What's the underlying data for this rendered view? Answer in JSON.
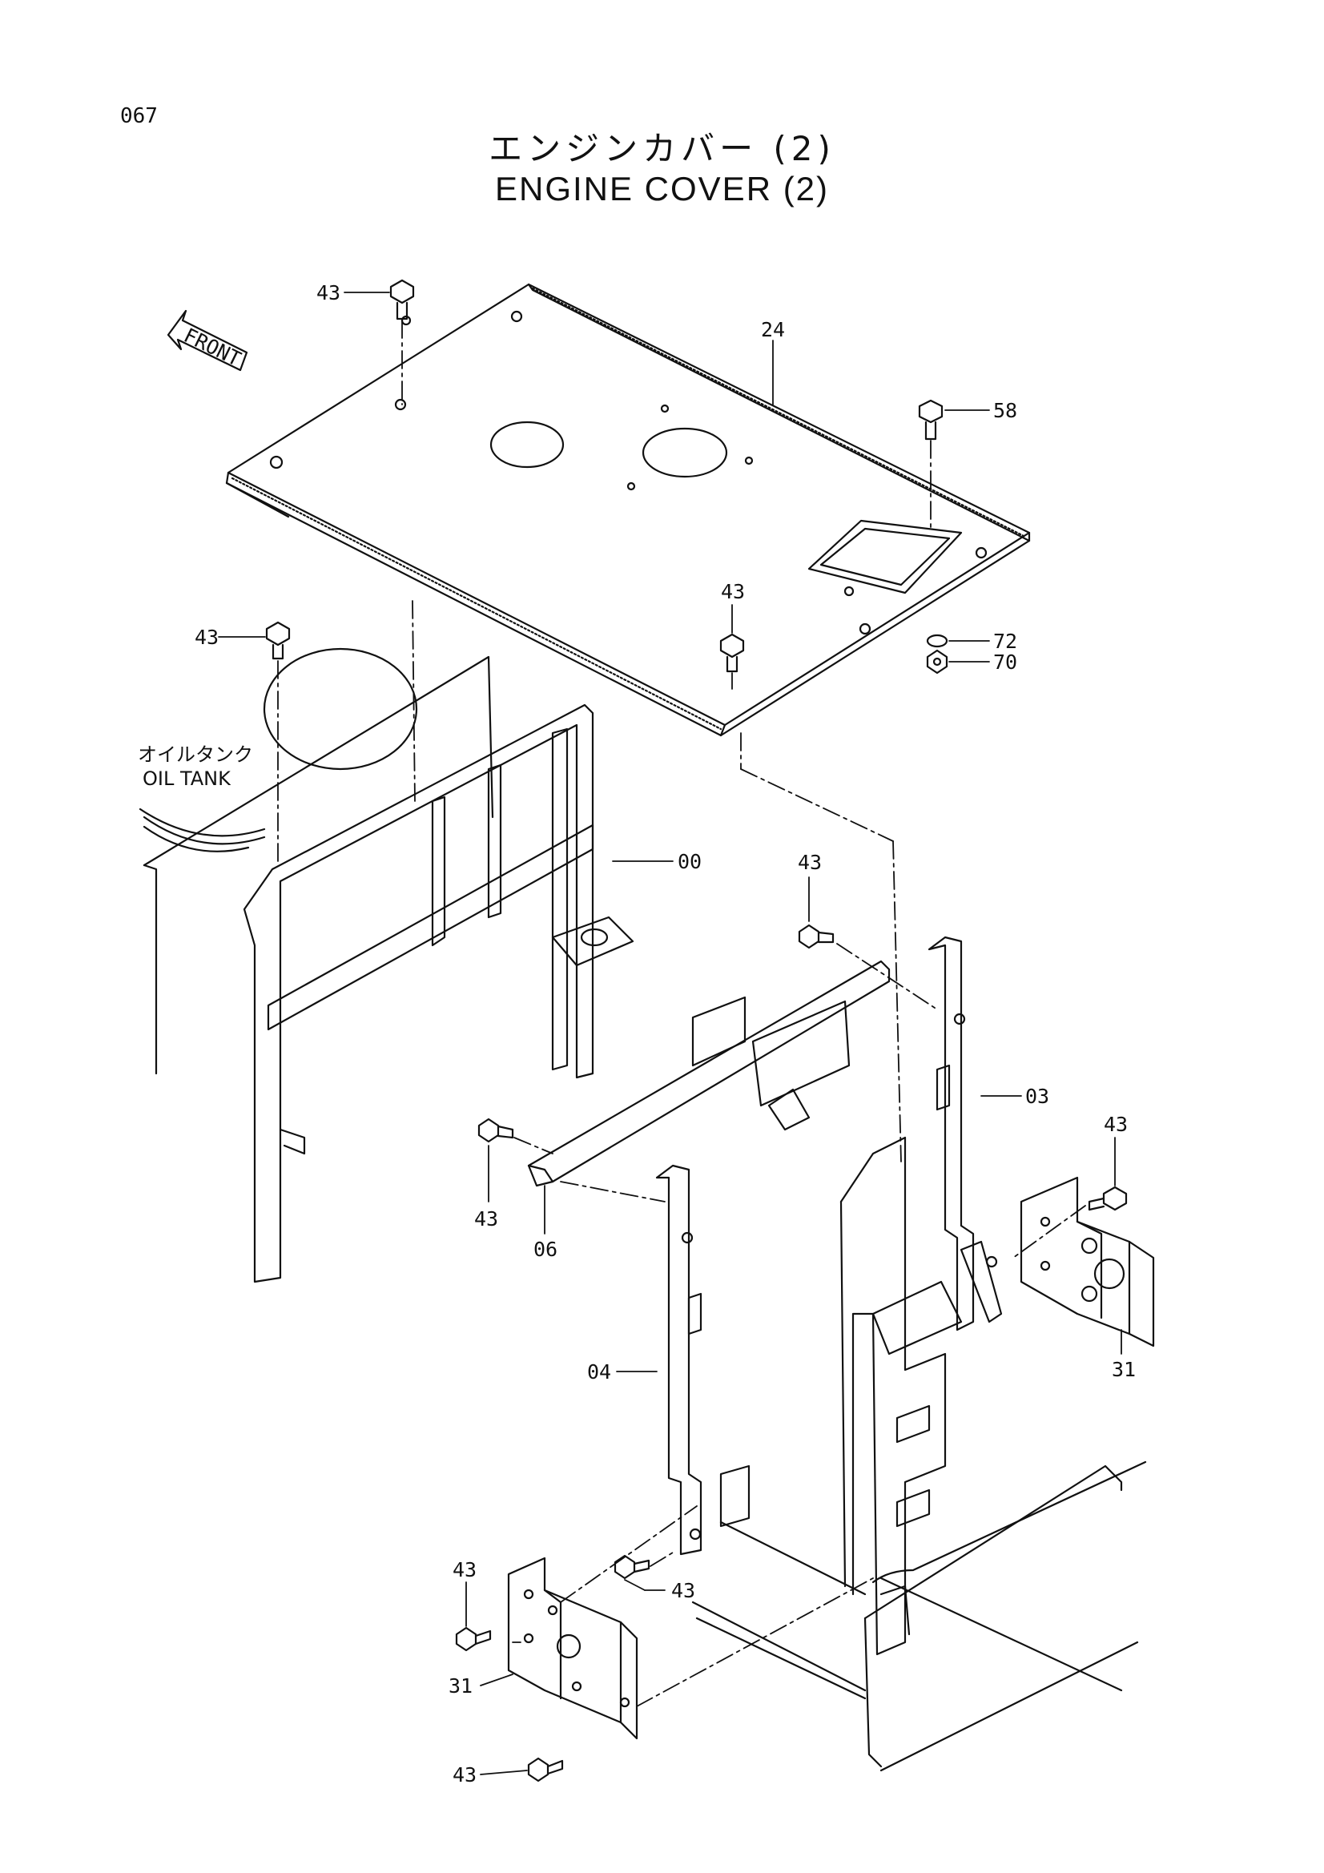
{
  "page_number": "067",
  "title_jp": "エンジンカバー (2)",
  "title_en": "ENGINE COVER (2)",
  "front_label": "FRONT",
  "oil_tank_jp": "オイルタンク",
  "oil_tank_en": "OIL TANK",
  "callouts": {
    "c43_a": "43",
    "c24": "24",
    "c58": "58",
    "c43_b": "43",
    "c43_c": "43",
    "c72": "72",
    "c70": "70",
    "c00": "00",
    "c43_d": "43",
    "c03": "03",
    "c43_e": "43",
    "c43_f": "43",
    "c06": "06",
    "c31_a": "31",
    "c04": "04",
    "c43_g": "43",
    "c43_h": "43",
    "c31_b": "31",
    "c43_i": "43"
  }
}
